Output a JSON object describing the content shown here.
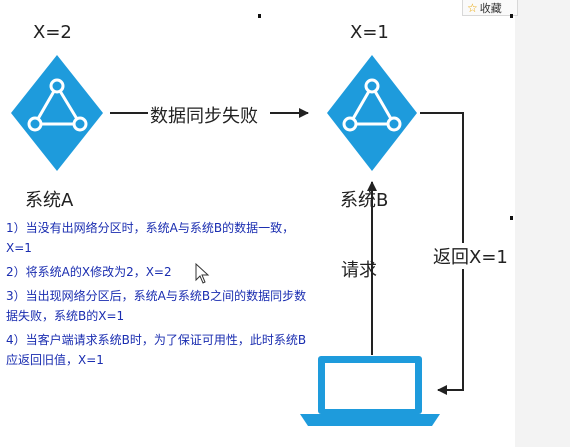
{
  "toolbar": {
    "favorite_label": "收藏"
  },
  "nodes": {
    "a": {
      "x_value": "X=2",
      "name": "系统A"
    },
    "b": {
      "x_value": "X=1",
      "name": "系统B"
    }
  },
  "edges": {
    "sync_fail": "数据同步失败",
    "request": "请求",
    "return": "返回X=1"
  },
  "notes": [
    "1）当没有出网络分区时，系统A与系统B的数据一致，X=1",
    "2）将系统A的X修改为2，X=2",
    "3）当出现网络分区后，系统A与系统B之间的数据同步数据失败，系统B的X=1",
    "4）当客户端请求系统B时，为了保证可用性，此时系统B应返回旧值，X=1"
  ],
  "colors": {
    "node_fill": "#1e9bdc",
    "laptop": "#1e9bdc",
    "notes_text": "#1a2db0"
  }
}
